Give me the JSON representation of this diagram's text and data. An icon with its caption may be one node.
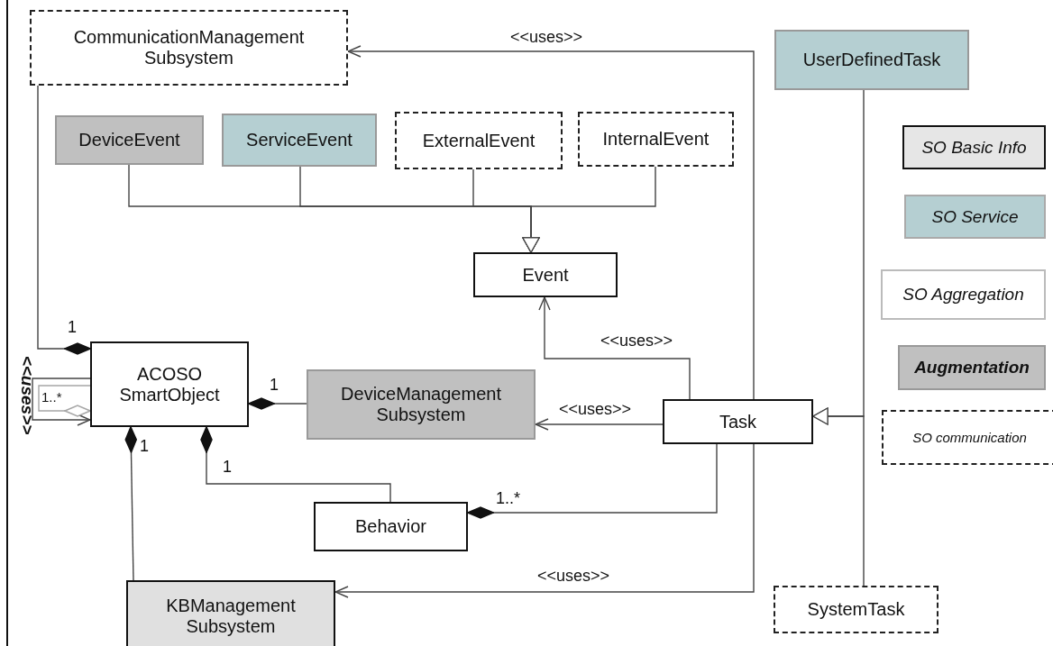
{
  "diagram": {
    "nodes": [
      {
        "text": [
          "CommunicationManagement Subsystem"
        ]
      },
      {
        "text": [
          "UserDefinedTask"
        ]
      },
      {
        "text": [
          "DeviceEvent"
        ]
      },
      {
        "text": [
          "ServiceEvent"
        ]
      },
      {
        "text": [
          "ExternalEvent"
        ]
      },
      {
        "text": [
          "InternalEvent"
        ]
      },
      {
        "text": [
          "Event"
        ]
      },
      {
        "text": [
          "ACOSO SmartObject"
        ]
      },
      {
        "text": [
          "DeviceManagement Subsystem"
        ]
      },
      {
        "text": [
          "Task"
        ]
      },
      {
        "text": [
          "Behavior"
        ]
      },
      {
        "text": [
          "KBManagement Subsystem"
        ]
      },
      {
        "text": [
          "SystemTask"
        ]
      }
    ],
    "edges": [
      {
        "from": 9,
        "to": 0,
        "arrow": "to",
        "label": "<<uses>>"
      },
      {
        "from": 2,
        "to": 6,
        "arrow": "to"
      },
      {
        "from": 3,
        "to": 6,
        "arrow": "to"
      },
      {
        "from": 4,
        "to": 6,
        "arrow": "to"
      },
      {
        "from": 5,
        "to": 6,
        "arrow": "to"
      },
      {
        "from": 0,
        "to": 7,
        "arrow": "other",
        "label": "1"
      },
      {
        "from": 7,
        "to": 7,
        "arrow": "to",
        "label": "<<uses>>"
      },
      {
        "from": 7,
        "to": 7,
        "arrow": "other",
        "label": "1..*",
        "color": "#a6a6a6"
      },
      {
        "from": 8,
        "to": 7,
        "arrow": "other",
        "label": "1"
      },
      {
        "from": 9,
        "to": 6,
        "arrow": "to",
        "label": "<<uses>>"
      },
      {
        "from": 9,
        "to": 8,
        "arrow": "to",
        "label": "<<uses>>"
      },
      {
        "from": 1,
        "to": 9,
        "arrow": "to"
      },
      {
        "from": 12,
        "to": 9,
        "arrow": "to"
      },
      {
        "from": 9,
        "to": 10,
        "arrow": "other",
        "label": "1..*"
      },
      {
        "from": 11,
        "to": 7,
        "arrow": "other",
        "label": "1"
      },
      {
        "from": 10,
        "to": 7,
        "arrow": "other",
        "label": "1"
      },
      {
        "from": 9,
        "to": 11,
        "arrow": "to",
        "label": "<<uses>>"
      }
    ],
    "legend": [
      {
        "text": "SO Basic Info",
        "color": "#e6e6e6"
      },
      {
        "text": "SO Service",
        "color": "#b5cfd2"
      },
      {
        "text": "SO Aggregation",
        "color": "#ffffff"
      },
      {
        "text": "Augmentation",
        "color": "#c0c0c0"
      },
      {
        "text": "SO communication"
      }
    ]
  }
}
